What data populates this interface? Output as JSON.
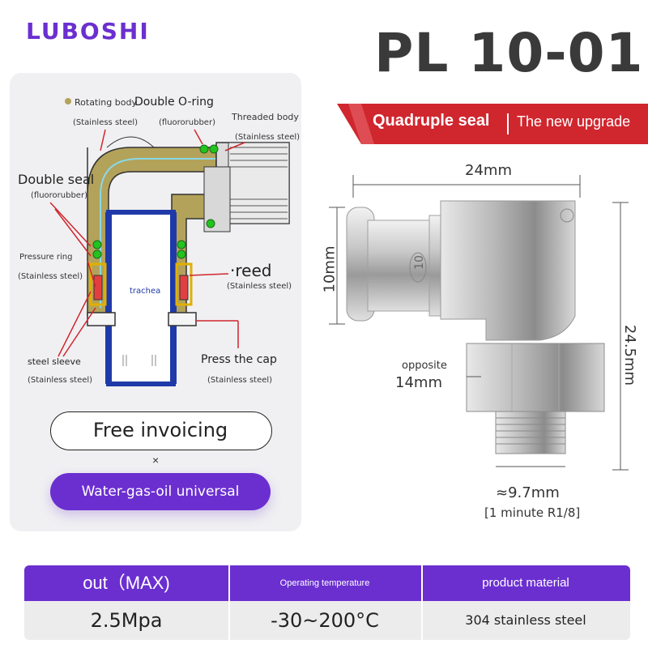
{
  "brand": "LUBOSHI",
  "model": "PL 10-01",
  "banner": {
    "text1": "Quadruple seal",
    "text2": "The new upgrade"
  },
  "diagram": {
    "rotating_body": "Rotating body",
    "rotating_body_mat": "(Stainless steel)",
    "double_oring": "Double O-ring",
    "double_oring_mat": "(fluororubber)",
    "threaded_body": "Threaded body",
    "threaded_body_mat": "(Stainless steel)",
    "double_seal": "Double seal",
    "double_seal_mat": "(fluororubber)",
    "pressure_ring": "Pressure ring",
    "pressure_ring_mat": "(Stainless steel)",
    "trachea": "trachea",
    "reed": "·reed",
    "reed_mat": "(Stainless steel)",
    "steel_sleeve": "steel sleeve",
    "steel_sleeve_mat": "(Stainless steel)",
    "press_cap": "Press the cap",
    "press_cap_mat": "(Stainless steel)"
  },
  "pills": {
    "free_invoicing": "Free invoicing",
    "times": "×",
    "universal": "Water-gas-oil universal"
  },
  "dimensions": {
    "width": "24mm",
    "port": "10mm",
    "height": "24.5mm",
    "hex_label": "opposite",
    "hex_size": "14mm",
    "thread": "≈9.7mm",
    "thread_spec": "[1 minute R1/8]",
    "marking": "10"
  },
  "specs": {
    "h1_a": "out",
    "h1_b": "（MAX)",
    "v1": "2.5Mpa",
    "h2": "Operating temperature",
    "v2": "-30~200°C",
    "h3": "product material",
    "v3": "304 stainless steel"
  },
  "colors": {
    "accent": "#6b2fd0",
    "banner_red": "#d0262e",
    "body_olive": "#b3a25a",
    "tube_blue": "#1f3aa8",
    "seal_green": "#22c31f"
  }
}
